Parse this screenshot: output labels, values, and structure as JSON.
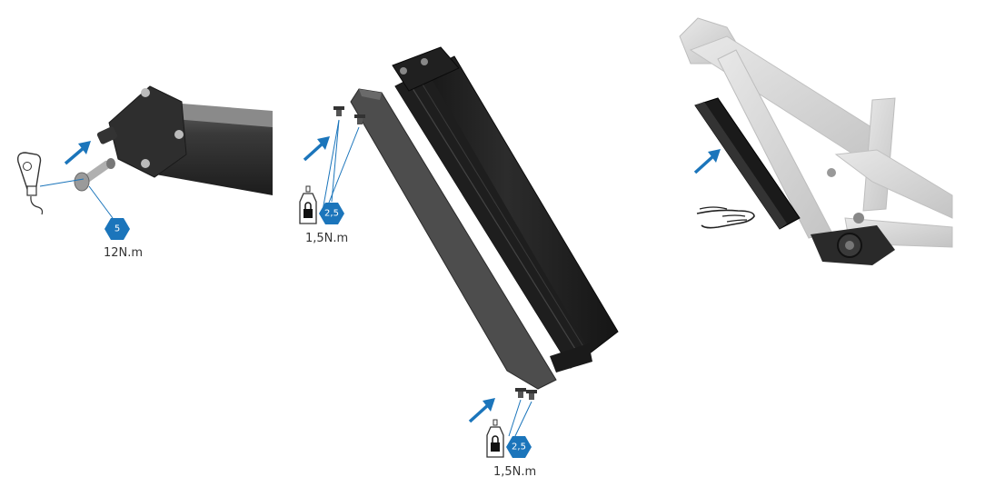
{
  "colors": {
    "accent": "#1b75bb",
    "battery_dark": "#2a2a2a",
    "cover_dark": "#4a4a4a",
    "frame_light": "#dcdcdc"
  },
  "icons": [
    "arrow-icon",
    "grease-tube-icon",
    "threadlock-bottle-icon",
    "hand-icon",
    "ebike-frame-icon"
  ],
  "step1": {
    "hex_label": "5",
    "torque": "12N.m"
  },
  "step2": {
    "top_hex_label": "2,5",
    "top_torque": "1,5N.m",
    "bottom_hex_label": "2,5",
    "bottom_torque": "1,5N.m"
  }
}
